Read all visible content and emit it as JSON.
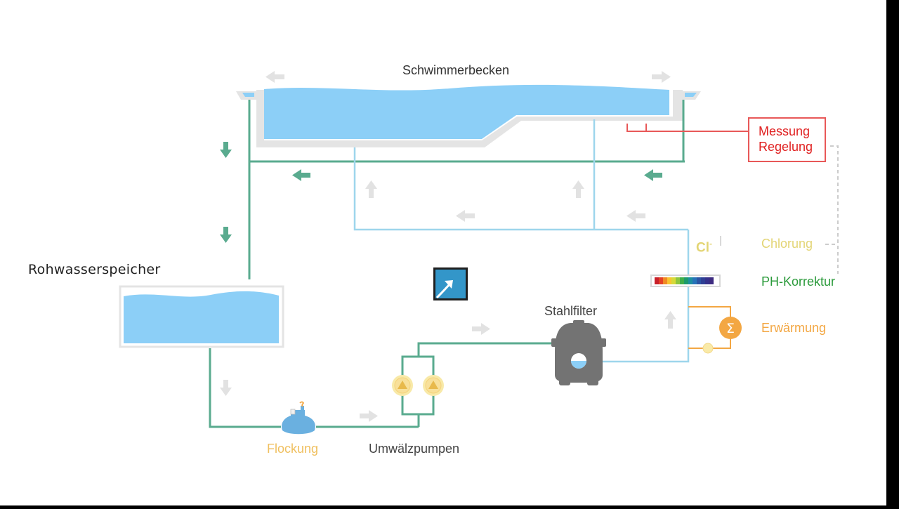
{
  "labels": {
    "pool": "Schwimmerbecken",
    "raw_water_tank": "Rohwasserspeicher",
    "flocculation": "Flockung",
    "circulation_pumps": "Umwälzpumpen",
    "steel_filter": "Stahlfilter",
    "measurement_line1": "Messung",
    "measurement_line2": "Regelung",
    "chlorination": "Chlorung",
    "ph_correction": "PH-Korrektur",
    "heating": "Erwärmung",
    "chloride_symbol": "Cl",
    "chloride_charge": "-"
  },
  "colors": {
    "water": "#8ccff7",
    "return_line": "#5aab8f",
    "supply_line": "#9ed6ec",
    "measurement": "#e85858",
    "heating": "#f3a743",
    "pump": "#f8e9a8",
    "filter": "#737373",
    "arrow_inactive": "#e2e2e2"
  },
  "icons": {
    "center_icon": "arrow-up-right-icon",
    "heater_icon": "sigma-icon"
  }
}
